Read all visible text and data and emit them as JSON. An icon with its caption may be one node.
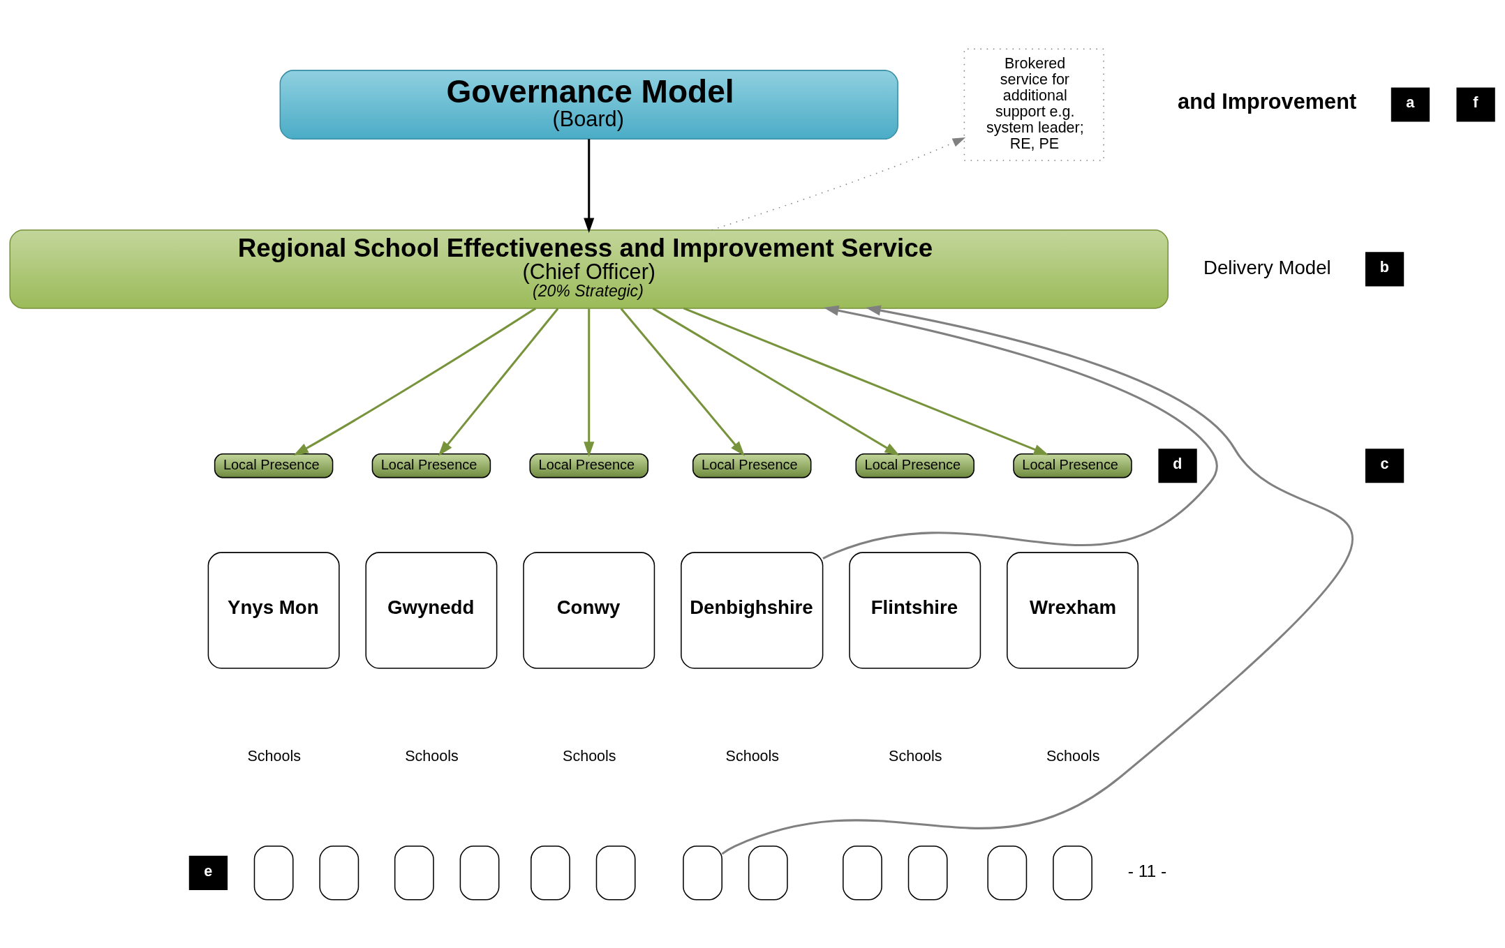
{
  "diagram": {
    "nodes": [
      {
        "text": [
          "Governance Model",
          "(Board)"
        ]
      },
      {
        "text": [
          "Brokered service for additional support e.g. system leader; RE, PE"
        ]
      },
      {
        "text": [
          "Regional School Effectiveness and Improvement Service",
          "(Chief Officer)",
          "(20% Strategic)"
        ]
      },
      {
        "text": [
          "Local Presence"
        ]
      },
      {
        "text": [
          "Local Presence"
        ]
      },
      {
        "text": [
          "Local Presence"
        ]
      },
      {
        "text": [
          "Local Presence"
        ]
      },
      {
        "text": [
          "Local Presence"
        ]
      },
      {
        "text": [
          "Local Presence"
        ]
      },
      {
        "text": [
          "Ynys Mon"
        ]
      },
      {
        "text": [
          "Gwynedd"
        ]
      },
      {
        "text": [
          "Conwy"
        ]
      },
      {
        "text": [
          "Denbighshire"
        ]
      },
      {
        "text": [
          "Flintshire"
        ]
      },
      {
        "text": [
          "Wrexham"
        ]
      },
      {
        "text": [],
        "shape": "box"
      },
      {
        "text": [],
        "shape": "box"
      },
      {
        "text": [],
        "shape": "box"
      },
      {
        "text": [],
        "shape": "box"
      },
      {
        "text": [],
        "shape": "box"
      },
      {
        "text": [],
        "shape": "box"
      },
      {
        "text": [],
        "shape": "box"
      },
      {
        "text": [],
        "shape": "box"
      },
      {
        "text": [],
        "shape": "box"
      },
      {
        "text": [],
        "shape": "box"
      },
      {
        "text": [],
        "shape": "box"
      },
      {
        "text": [],
        "shape": "box"
      }
    ],
    "edges": [
      {
        "from": 0,
        "to": 2,
        "arrow": "to",
        "color": "#000000"
      },
      {
        "from": 2,
        "to": 3,
        "arrow": "to"
      },
      {
        "from": 2,
        "to": 4,
        "arrow": "to"
      },
      {
        "from": 2,
        "to": 5,
        "arrow": "to"
      },
      {
        "from": 2,
        "to": 6,
        "arrow": "to"
      },
      {
        "from": 2,
        "to": 7,
        "arrow": "to"
      },
      {
        "from": 2,
        "to": 8,
        "arrow": "to"
      },
      {
        "from": 12,
        "to": 2,
        "arrow": "to",
        "color": "#808080"
      },
      {
        "from": 21,
        "to": 2,
        "arrow": "to",
        "color": "#808080"
      },
      {
        "from": 2,
        "to": 1,
        "arrow": "to",
        "style": "dashed",
        "color": "#808080"
      }
    ],
    "labels": [
      "and Improvement",
      "Delivery Model",
      "a",
      "f",
      "b",
      "c",
      "d",
      "Schools",
      "Schools",
      "Schools",
      "Schools",
      "Schools",
      "Schools",
      "e",
      "- 11 -"
    ]
  }
}
